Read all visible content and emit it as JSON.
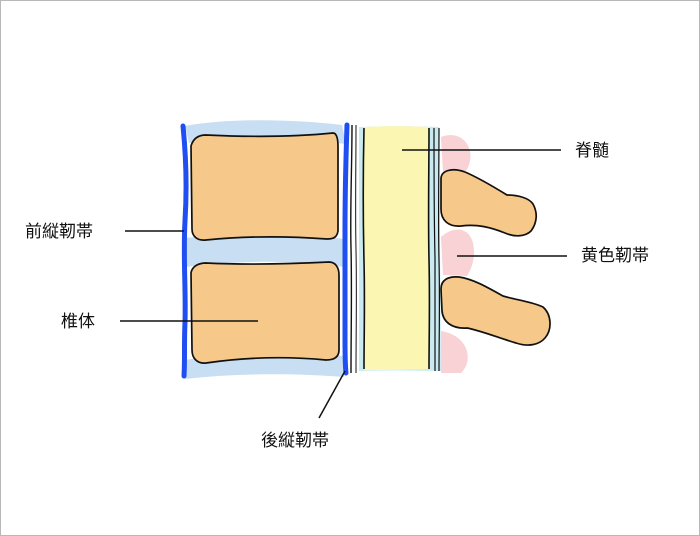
{
  "labels": {
    "anterior_longitudinal_ligament": "前縦靭帯",
    "vertebral_body": "椎体",
    "posterior_longitudinal_ligament": "後縦靭帯",
    "spinal_cord": "脊髄",
    "ligamentum_flavum": "黄色靭帯"
  },
  "colors": {
    "bone": "#f6c98b",
    "disc": "#c7def3",
    "ligament_blue": "#1f4ef2",
    "spinal_cord": "#fbf6b2",
    "dura": "#c8eaf0",
    "ligamentum_flavum": "#f8d2d4",
    "outline": "#111111"
  }
}
